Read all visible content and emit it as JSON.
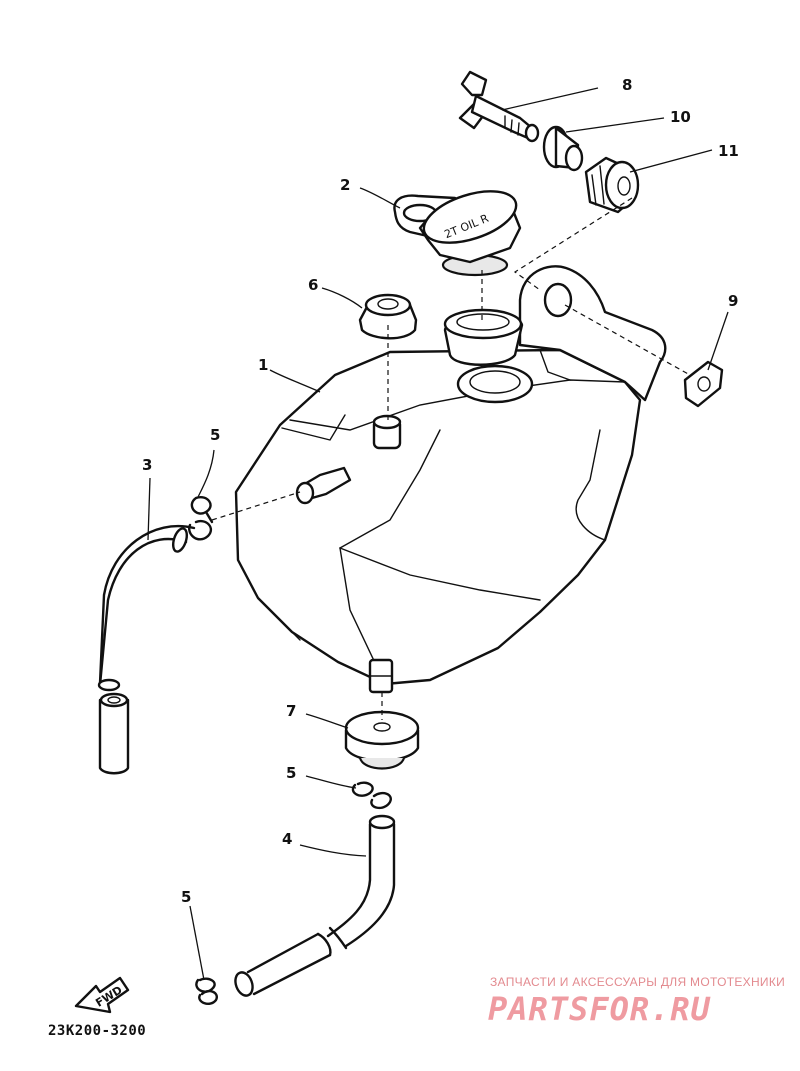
{
  "callouts": [
    {
      "id": "tank",
      "label": "1"
    },
    {
      "id": "cap",
      "label": "2"
    },
    {
      "id": "hose-upper",
      "label": "3"
    },
    {
      "id": "hose-lower",
      "label": "4"
    },
    {
      "id": "clip-upper",
      "label": "5"
    },
    {
      "id": "clip-middle",
      "label": "5"
    },
    {
      "id": "clip-lower",
      "label": "5"
    },
    {
      "id": "grommet-bottom",
      "label": "6"
    },
    {
      "id": "grommet-top",
      "label": "7"
    },
    {
      "id": "bolt",
      "label": "8"
    },
    {
      "id": "washer",
      "label": "9"
    },
    {
      "id": "collar",
      "label": "10"
    },
    {
      "id": "damper",
      "label": "11"
    }
  ],
  "cap_text": "2T OIL R",
  "fwd_label": "FWD",
  "part_code": "23K200-3200",
  "watermark": {
    "tagline": "ЗАПЧАСТИ И АКСЕССУАРЫ ДЛЯ МОТОТЕХНИКИ",
    "brand": "PARTSFOR.RU"
  },
  "colors": {
    "ink": "#111111",
    "watermark": "#ef9ba1"
  }
}
